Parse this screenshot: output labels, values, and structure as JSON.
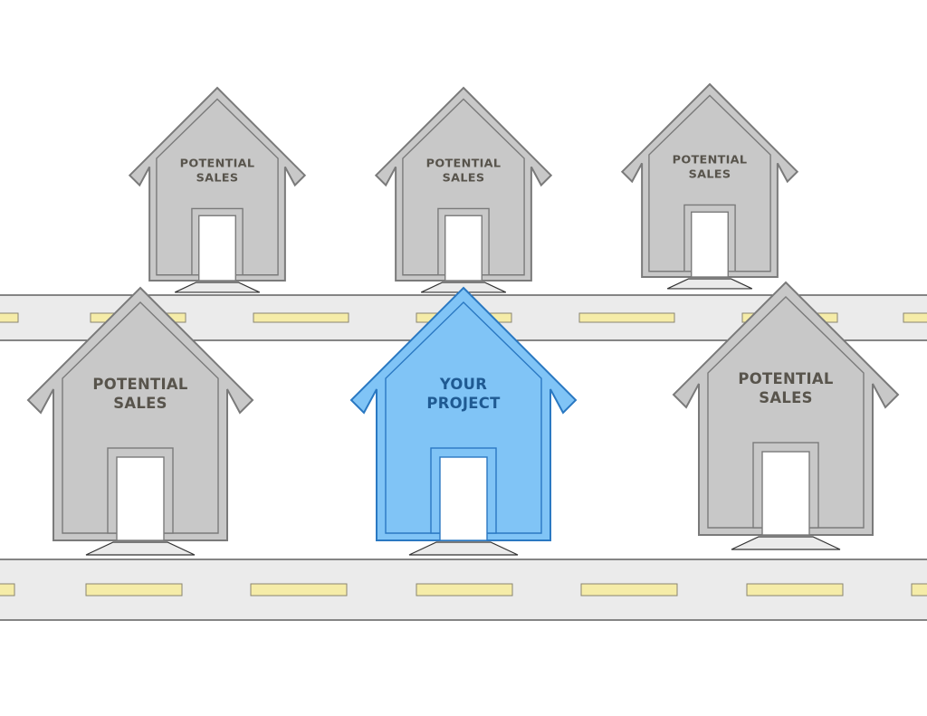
{
  "colors": {
    "background": "#ffffff",
    "road_fill": "#ebebeb",
    "road_edge": "#555555",
    "lane_marking": "#f5eca8",
    "lane_marking_edge": "#8a8570",
    "house_fill": "#c8c8c8",
    "house_edge": "#7a7a7a",
    "house_text": "#58544c",
    "project_fill": "#80c4f6",
    "project_edge": "#2a78c2",
    "project_text": "#1f5a92",
    "door_fill": "#ffffff",
    "step_fill": "#ebebeb"
  },
  "houses": [
    {
      "role": "potential",
      "line1": "POTENTIAL",
      "line2": "SALES"
    },
    {
      "role": "potential",
      "line1": "POTENTIAL",
      "line2": "SALES"
    },
    {
      "role": "potential",
      "line1": "POTENTIAL",
      "line2": "SALES"
    },
    {
      "role": "potential",
      "line1": "POTENTIAL",
      "line2": "SALES"
    },
    {
      "role": "project",
      "line1": "YOUR",
      "line2": "PROJECT"
    },
    {
      "role": "potential",
      "line1": "POTENTIAL",
      "line2": "SALES"
    }
  ]
}
